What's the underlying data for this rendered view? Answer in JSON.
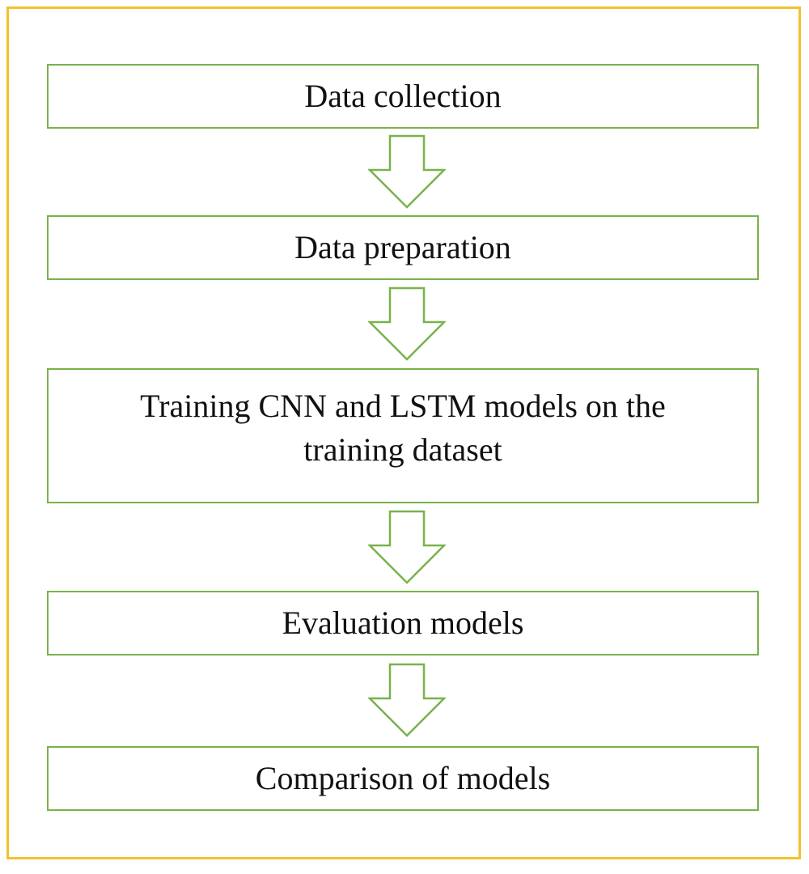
{
  "diagram": {
    "steps": [
      {
        "label": "Data collection"
      },
      {
        "label": "Data preparation"
      },
      {
        "label": "Training CNN and LSTM models on the training dataset"
      },
      {
        "label": "Evaluation models"
      },
      {
        "label": "Comparison of models"
      }
    ],
    "colors": {
      "frame_border": "#f2c12e",
      "box_border": "#79b24a",
      "arrow_stroke": "#79b24a",
      "text": "#111111",
      "background": "#ffffff"
    },
    "icons": {
      "arrow": "hollow-down-arrow-icon"
    }
  }
}
